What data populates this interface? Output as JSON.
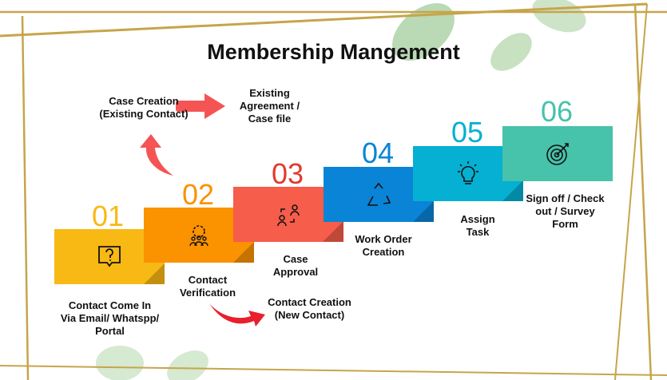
{
  "title": "Membership Mangement",
  "steps": [
    {
      "number": "01",
      "label": "Contact Come In Via Email/ Whatspp/ Portal",
      "icon": "question-chat-icon",
      "color": "#f9b914"
    },
    {
      "number": "02",
      "label": "Contact Verification",
      "icon": "team-gear-icon",
      "color": "#fb9200"
    },
    {
      "number": "03",
      "label": "Case Approval",
      "icon": "user-exchange-icon",
      "color": "#f65d4a"
    },
    {
      "number": "04",
      "label": "Work Order Creation",
      "icon": "recycle-icon",
      "color": "#0a84d6"
    },
    {
      "number": "05",
      "label": "Assign Task",
      "icon": "lightbulb-icon",
      "color": "#05b0d2"
    },
    {
      "number": "06",
      "label": "Sign off / Check out / Survey Form",
      "icon": "target-icon",
      "color": "#47c2ab"
    }
  ],
  "branches": {
    "case_creation": "Case Creation (Existing Contact)",
    "existing_agreement": "Existing Agreement / Case file",
    "contact_creation": "Contact Creation (New Contact)"
  }
}
